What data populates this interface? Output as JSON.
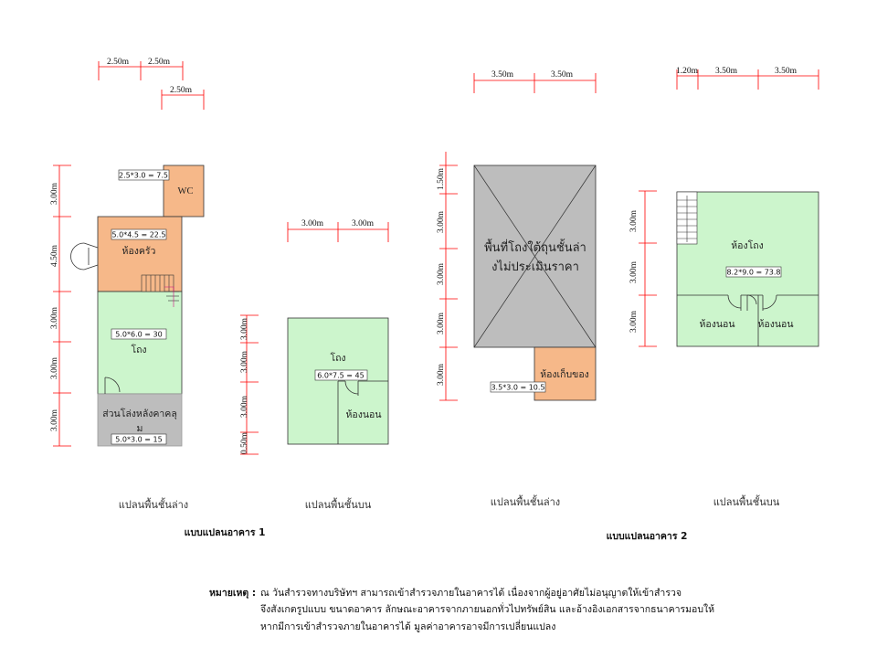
{
  "colors": {
    "dim": "#ff0000",
    "green": "#ccf5cc",
    "orange": "#f6b889",
    "grey": "#bdbdbd"
  },
  "b1_ground": {
    "dims_top": [
      "2.50m",
      "2.50m",
      "2.50m"
    ],
    "dims_left": [
      "3.00m",
      "4.50m",
      "3.00m",
      "3.00m",
      "3.00m"
    ],
    "wc_label": "WC",
    "wc_area": "2.5*3.0 = 7.5",
    "kitchen_label": "ห้องครัว",
    "kitchen_area": "5.0*4.5 = 22.5",
    "hall_label": "โถง",
    "hall_area": "5.0*6.0 = 30",
    "rear_label_1": "ส่วนโล่งหลังคาคลุ",
    "rear_label_2": "ม",
    "rear_area": "5.0*3.0 = 15",
    "caption": "แปลนพื้นชั้นล่าง"
  },
  "b1_upper": {
    "dims_top": [
      "3.00m",
      "3.00m"
    ],
    "dims_left": [
      "3.00m",
      "3.00m",
      "3.00m",
      "0.50m"
    ],
    "hall_label": "โถง",
    "hall_area": "6.0*7.5 = 45",
    "bed_label": "ห้องนอน",
    "caption": "แปลนพื้นชั้นบน"
  },
  "b1_title": "แบบแปลนอาคาร 1",
  "b2_ground": {
    "dims_top": [
      "3.50m",
      "3.50m"
    ],
    "dims_left": [
      "1.50m",
      "3.00m",
      "3.00m",
      "3.00m",
      "3.00m"
    ],
    "under_line1": "พื้นที่โถงใต้ถุนชั้นล่า",
    "under_line2": "งไม่ประเมินราคา",
    "store_label": "ห้องเก็บของ",
    "store_area": "3.5*3.0 = 10.5",
    "caption": "แปลนพื้นชั้นล่าง"
  },
  "b2_upper": {
    "dims_top": [
      "1.20m",
      "3.50m",
      "3.50m"
    ],
    "dims_left": [
      "3.00m",
      "3.00m",
      "3.00m"
    ],
    "hall_label": "ห้องโถง",
    "hall_area": "8.2*9.0 = 73.8",
    "bed1_label": "ห้องนอน",
    "bed2_label": "ห้องนอน",
    "caption": "แปลนพื้นชั้นบน"
  },
  "b2_title": "แบบแปลนอาคาร 2",
  "note": {
    "label": "หมายเหตุ :",
    "line1": "ณ วันสำรวจทางบริษัทฯ สามารถเข้าสำรวจภายในอาคารได้ เนื่องจากผู้อยู่อาศัยไม่อนุญาตให้เข้าสำรวจ",
    "line2": "จึงสังเกตรูปแบบ ขนาดอาคาร ลักษณะอาคารจากภายนอกทั่วไปทรัพย์สิน และอ้างอิงเอกสารจากธนาคารมอบให้",
    "line3": "หากมีการเข้าสำรวจภายในอาคารได้ มูลค่าอาคารอาจมีการเปลี่ยนแปลง"
  }
}
